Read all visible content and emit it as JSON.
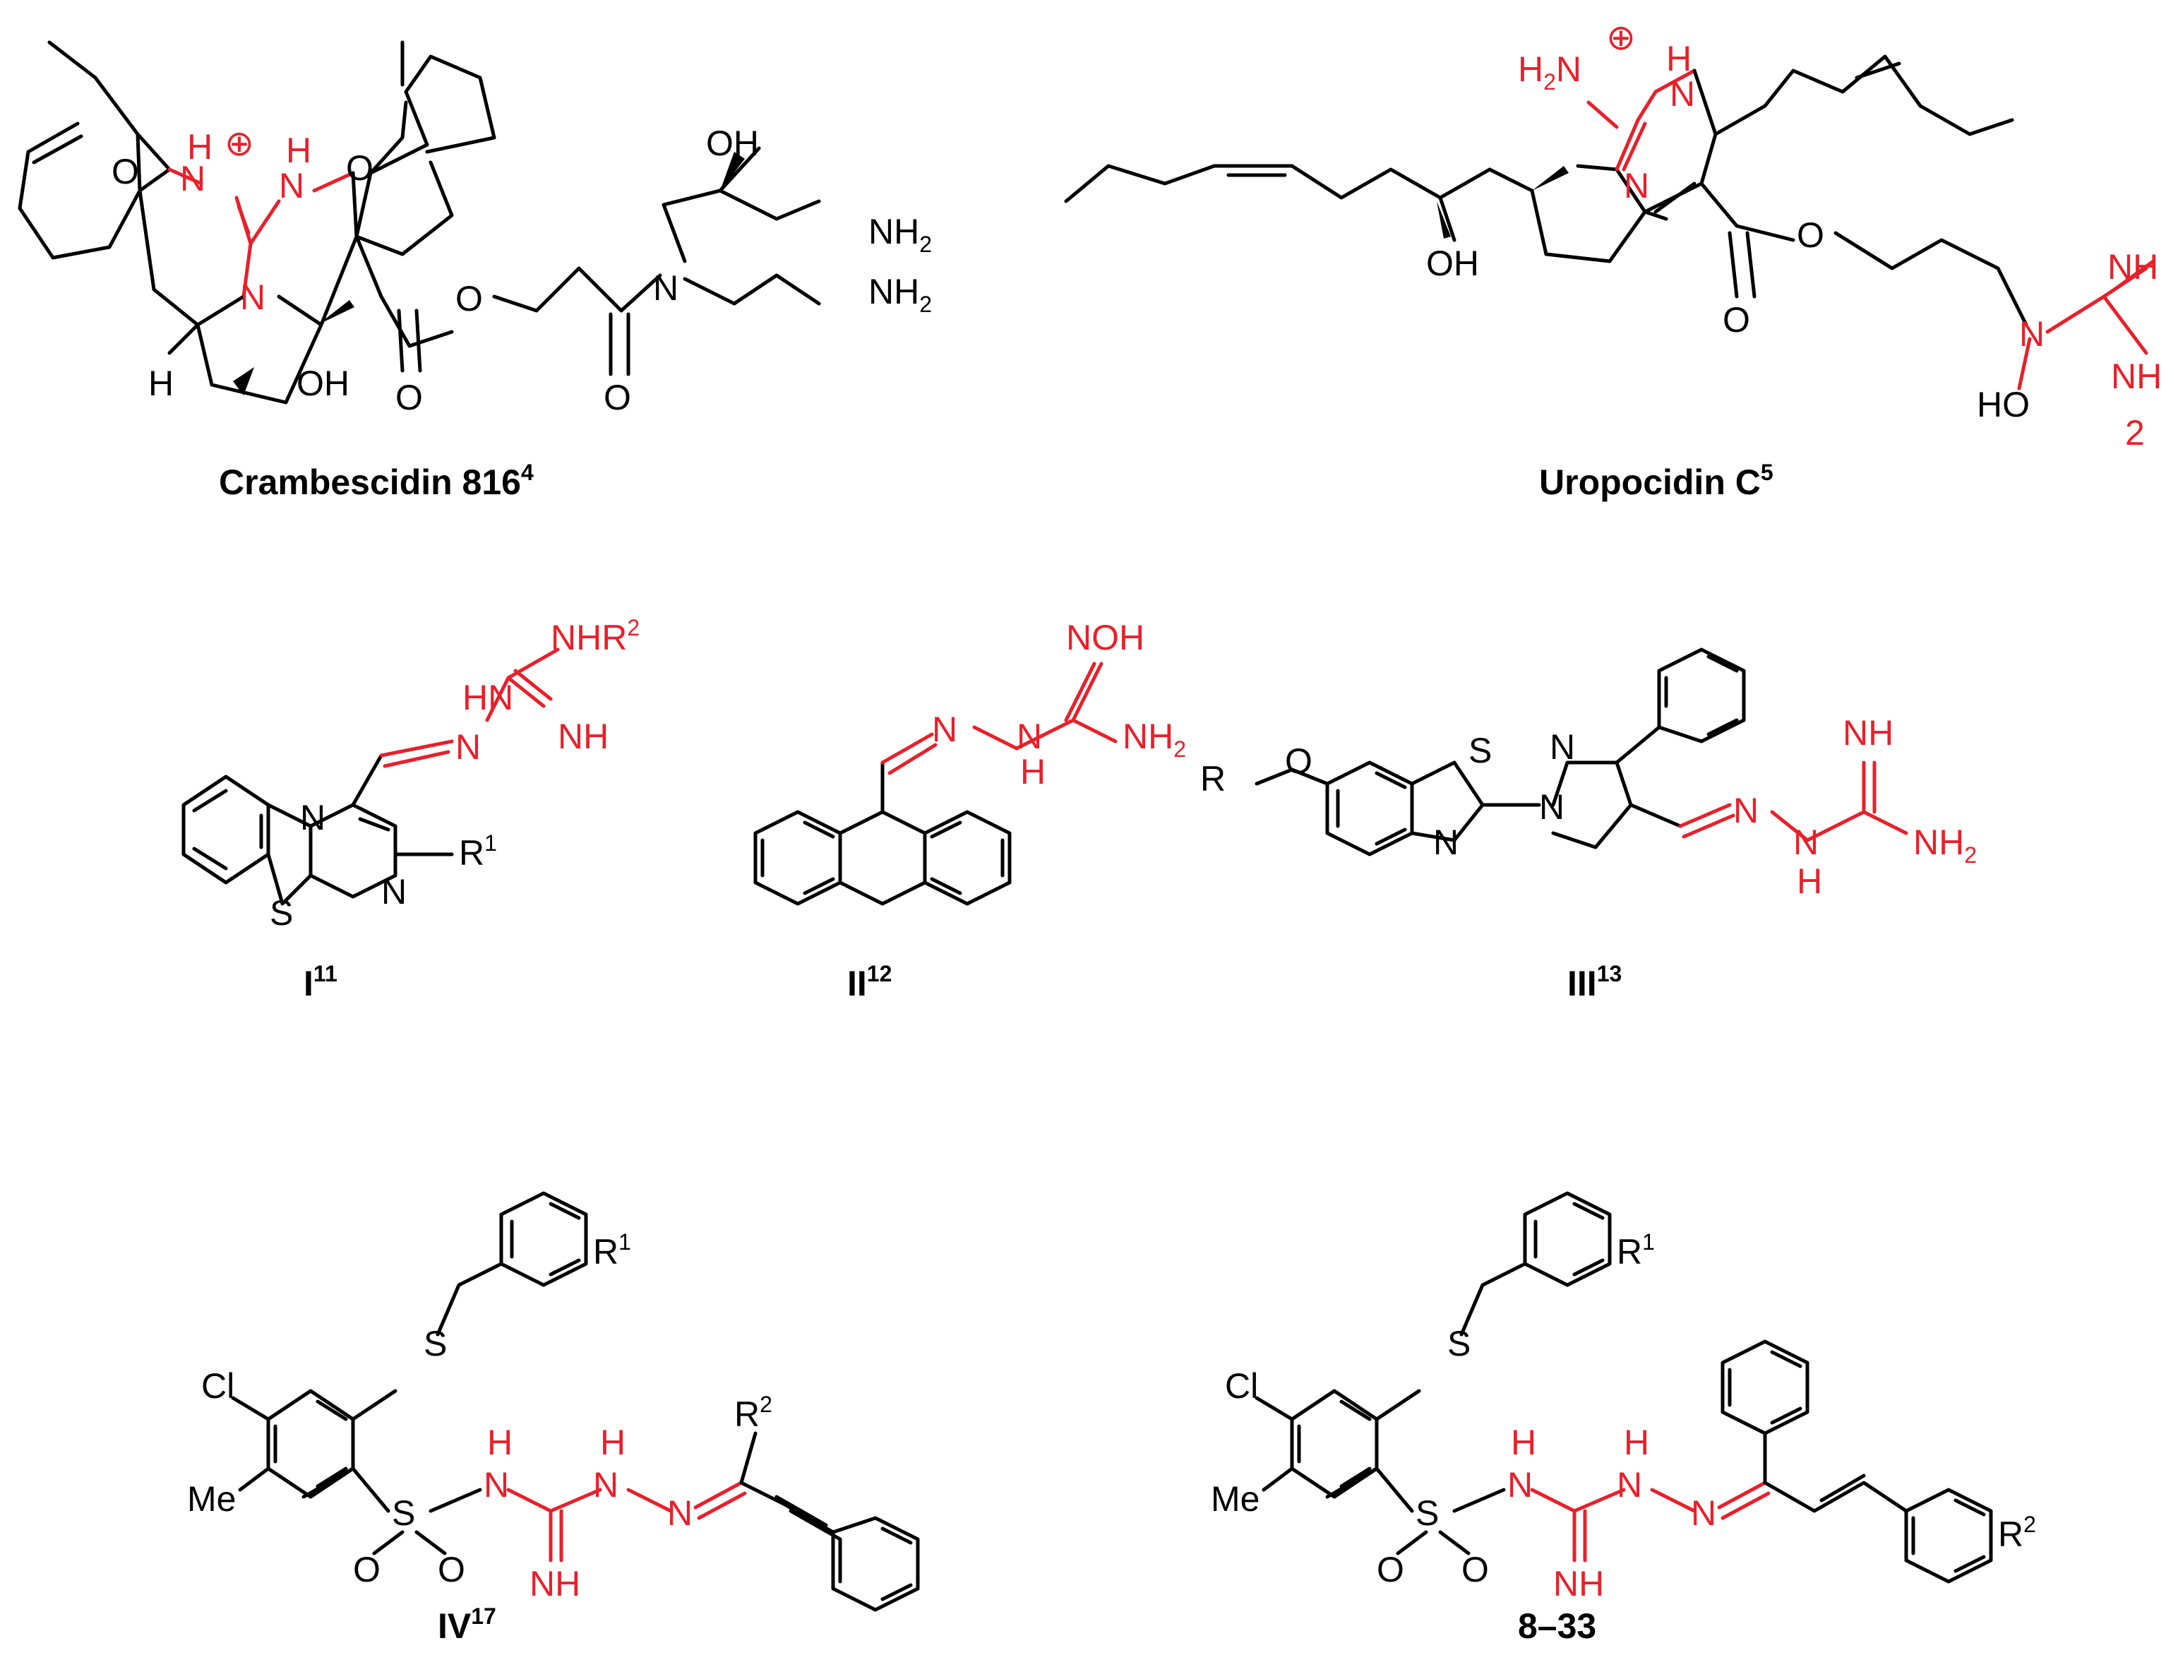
{
  "colors": {
    "bond": "#000000",
    "highlight": "#e8202a",
    "background": "#ffffff"
  },
  "compounds": [
    {
      "id": "crambescidin",
      "name": "Crambescidin 816",
      "ref": "4",
      "labels": [
        "OH",
        "NH2",
        "NH2",
        "O",
        "O",
        "O",
        "O",
        "OH",
        "H",
        "N",
        "N",
        "H",
        "N",
        "H"
      ]
    },
    {
      "id": "uropocidin",
      "name": "Uropocidin C",
      "ref": "5",
      "labels": [
        "H2N",
        "H",
        "N",
        "N",
        "OH",
        "O",
        "O",
        "NH",
        "N",
        "NH",
        "HO",
        "2"
      ]
    },
    {
      "id": "cmpd-I",
      "name": "I",
      "ref": "11",
      "labels": [
        "NHR",
        "2",
        "HN",
        "N",
        "NH",
        "N",
        "S",
        "N",
        "R",
        "1"
      ]
    },
    {
      "id": "cmpd-II",
      "name": "II",
      "ref": "12",
      "labels": [
        "NOH",
        "N",
        "N",
        "NH2",
        "H"
      ]
    },
    {
      "id": "cmpd-III",
      "name": "III",
      "ref": "13",
      "labels": [
        "R",
        "O",
        "S",
        "N",
        "N",
        "N",
        "NH",
        "N",
        "N",
        "NH2",
        "H"
      ]
    },
    {
      "id": "cmpd-IV",
      "name": "IV",
      "ref": "17",
      "labels": [
        "R",
        "1",
        "Cl",
        "S",
        "Me",
        "S",
        "O",
        "O",
        "H",
        "N",
        "H",
        "N",
        "N",
        "R",
        "2",
        "NH"
      ]
    },
    {
      "id": "cmpd-8-33",
      "name": "8–33",
      "ref": "",
      "labels": [
        "R",
        "1",
        "Cl",
        "S",
        "Me",
        "S",
        "O",
        "O",
        "H",
        "N",
        "H",
        "N",
        "N",
        "NH",
        "R",
        "2"
      ]
    }
  ]
}
